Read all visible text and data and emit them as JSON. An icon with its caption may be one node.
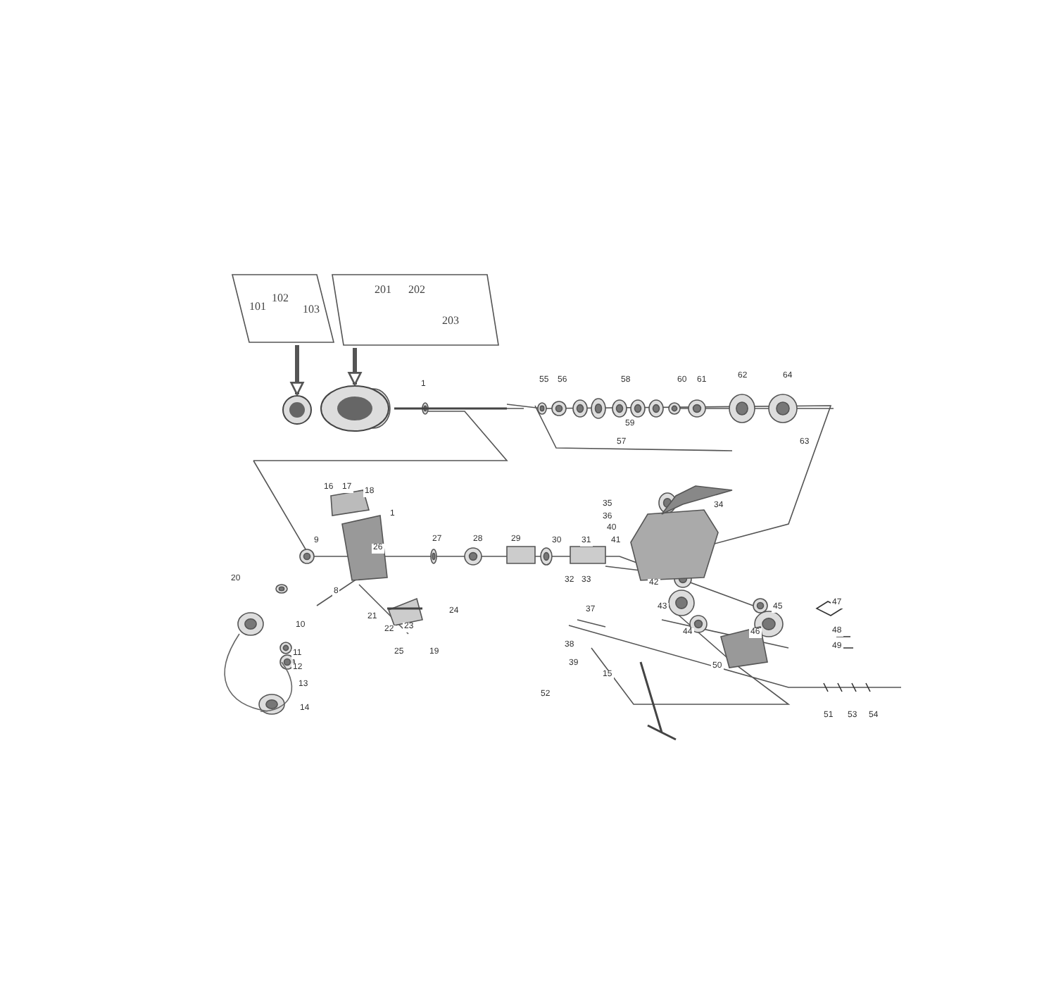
{
  "diagram": {
    "nodes": [
      {
        "text": [
          "101",
          "102",
          "103"
        ]
      },
      {
        "text": [
          "201",
          "202",
          "203"
        ]
      },
      {
        "text": [],
        "shape": "picture"
      },
      {
        "text": [],
        "shape": "picture"
      }
    ],
    "edges": [
      {
        "from": 0,
        "to": 2,
        "arrow": "to"
      },
      {
        "from": 1,
        "to": 3,
        "arrow": "to"
      }
    ],
    "labels": [
      "1",
      "55",
      "56",
      "58",
      "60",
      "61",
      "62",
      "64",
      "59",
      "57",
      "63",
      "16",
      "17",
      "18",
      "1",
      "9",
      "27",
      "28",
      "29",
      "30",
      "31",
      "35",
      "36",
      "34",
      "40",
      "41",
      "32",
      "33",
      "37",
      "42",
      "43",
      "44",
      "45",
      "46",
      "47",
      "48",
      "49",
      "50",
      "26",
      "8",
      "10",
      "11",
      "12",
      "13",
      "14",
      "20",
      "21",
      "22",
      "23",
      "24",
      "25",
      "19",
      "38",
      "39",
      "15",
      "52",
      "51",
      "53",
      "54"
    ]
  }
}
